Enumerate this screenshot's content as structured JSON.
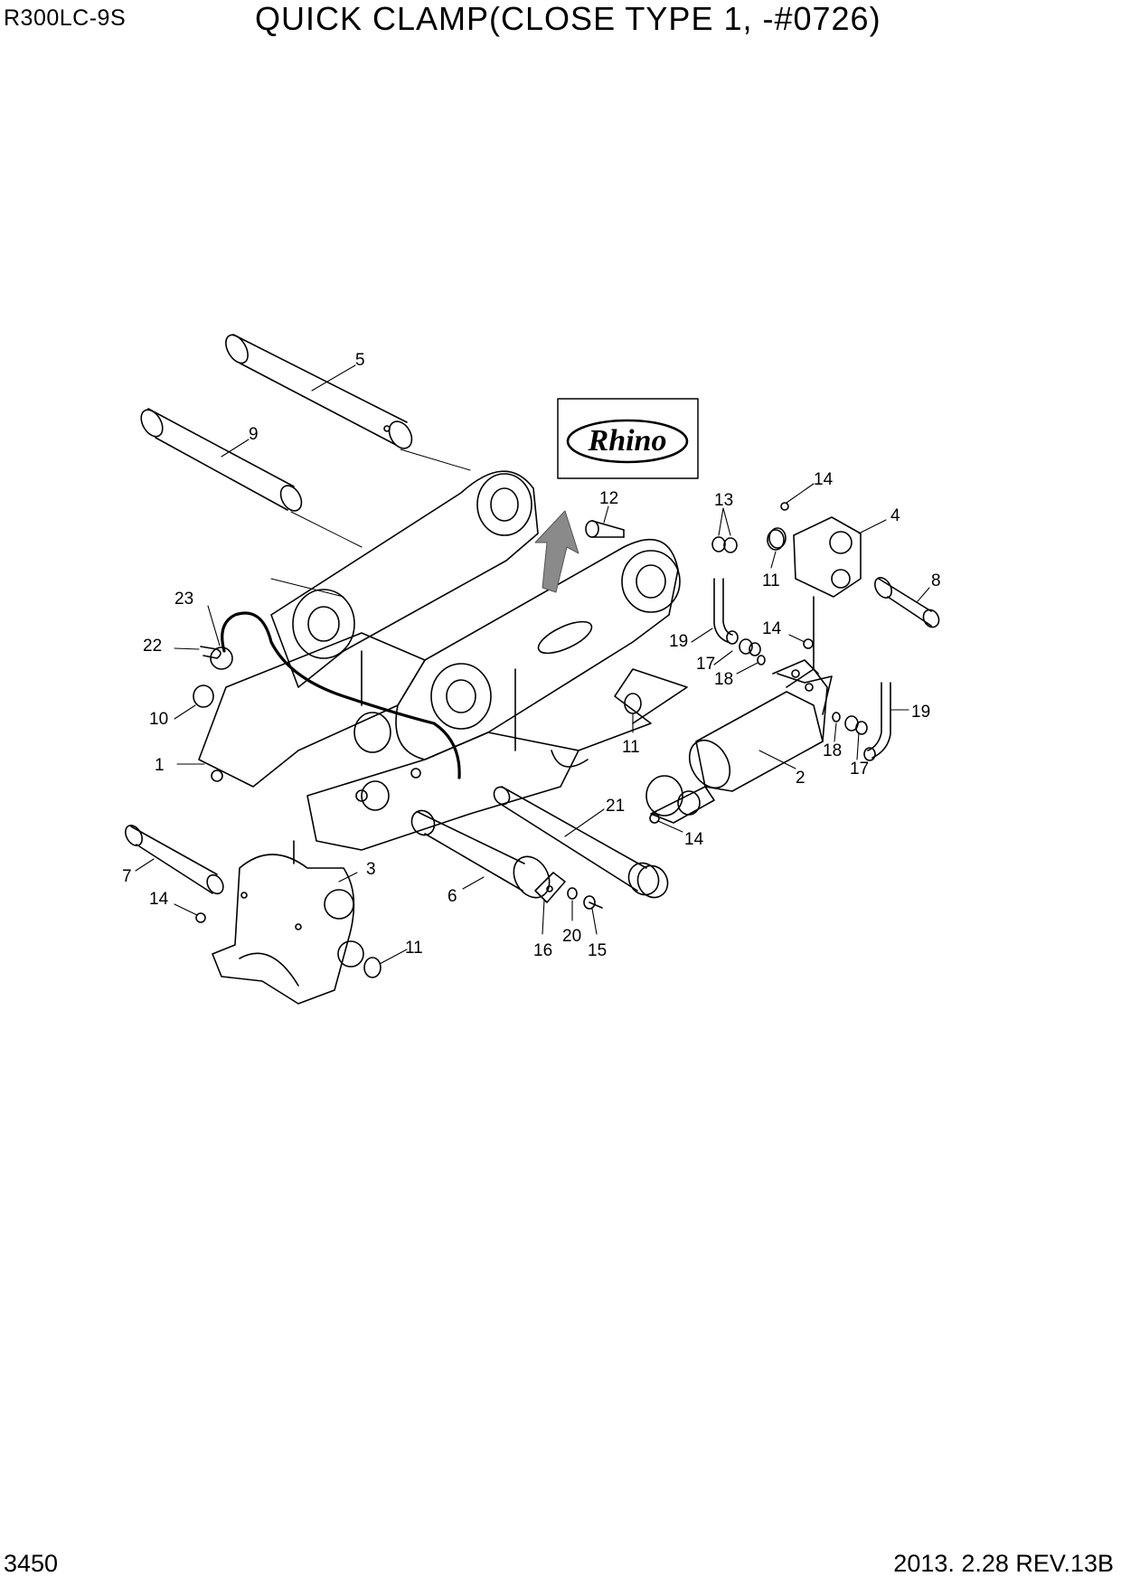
{
  "header": {
    "model": "R300LC-9S",
    "title": "QUICK CLAMP(CLOSE TYPE 1, -#0726)"
  },
  "footer": {
    "page_number": "3450",
    "revision": "2013. 2.28  REV.13B"
  },
  "logo": {
    "text": "Rhino"
  },
  "callouts": [
    {
      "id": "c5",
      "label": "5"
    },
    {
      "id": "c9",
      "label": "9"
    },
    {
      "id": "c12",
      "label": "12"
    },
    {
      "id": "c13",
      "label": "13"
    },
    {
      "id": "c14a",
      "label": "14"
    },
    {
      "id": "c4",
      "label": "4"
    },
    {
      "id": "c11a",
      "label": "11"
    },
    {
      "id": "c8",
      "label": "8"
    },
    {
      "id": "c23",
      "label": "23"
    },
    {
      "id": "c22",
      "label": "22"
    },
    {
      "id": "c10",
      "label": "10"
    },
    {
      "id": "c1",
      "label": "1"
    },
    {
      "id": "c19a",
      "label": "19"
    },
    {
      "id": "c17a",
      "label": "17"
    },
    {
      "id": "c18a",
      "label": "18"
    },
    {
      "id": "c14b",
      "label": "14"
    },
    {
      "id": "c11b",
      "label": "11"
    },
    {
      "id": "c19b",
      "label": "19"
    },
    {
      "id": "c18b",
      "label": "18"
    },
    {
      "id": "c17b",
      "label": "17"
    },
    {
      "id": "c2",
      "label": "2"
    },
    {
      "id": "c21",
      "label": "21"
    },
    {
      "id": "c14c",
      "label": "14"
    },
    {
      "id": "c7",
      "label": "7"
    },
    {
      "id": "c3",
      "label": "3"
    },
    {
      "id": "c14d",
      "label": "14"
    },
    {
      "id": "c6",
      "label": "6"
    },
    {
      "id": "c11c",
      "label": "11"
    },
    {
      "id": "c16",
      "label": "16"
    },
    {
      "id": "c20",
      "label": "20"
    },
    {
      "id": "c15",
      "label": "15"
    }
  ]
}
